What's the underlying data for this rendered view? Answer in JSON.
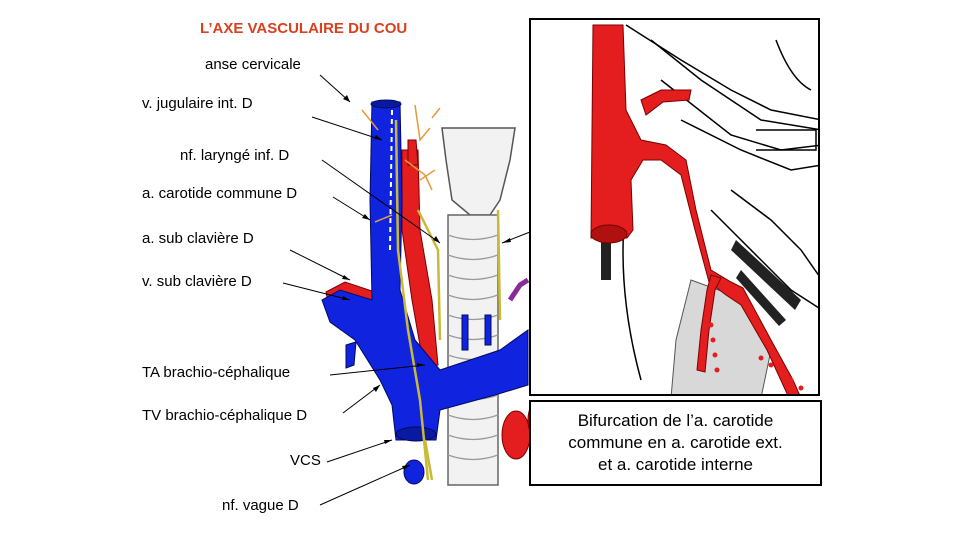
{
  "title": "L’AXE VASCULAIRE DU COU",
  "labels": {
    "anse_cervicale": "anse cervicale",
    "v_jugulaire": "v. jugulaire int. D",
    "nf_larynge": "nf. laryngé inf. D",
    "a_carotide": "a. carotide commune D",
    "a_subclaviere": "a. sub clavière D",
    "v_subclaviere": "v. sub clavière D",
    "ta_brachio": "TA brachio-céphalique",
    "tv_brachio": "TV brachio-céphalique D",
    "vcs": "VCS",
    "nf_vague": "nf. vague D"
  },
  "caption": {
    "line1": "Bifurcation de l’a. carotide",
    "line2": "commune en a. carotide ext.",
    "line3": "et a. carotide interne"
  },
  "colors": {
    "title": "#d9401f",
    "artery": "#e41e1e",
    "vein": "#1024e0",
    "nerve": "#e8e05a",
    "trachea": "#f2f2f2"
  }
}
